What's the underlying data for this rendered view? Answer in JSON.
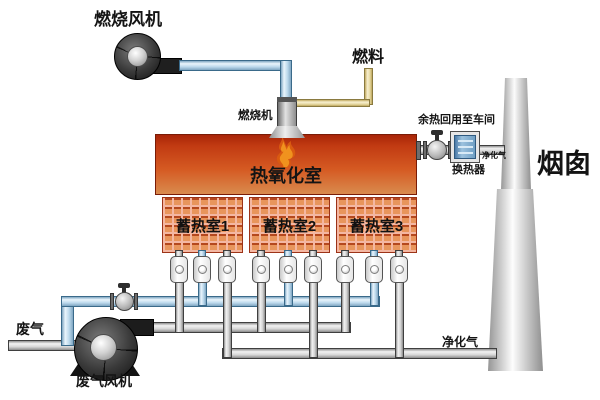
{
  "diagram": {
    "type": "rto-process-flow",
    "equipment": {
      "combustion_fan": "燃烧风机",
      "fuel_line": "燃料",
      "burner": "燃烧机",
      "oxidation_chamber": "热氧化室",
      "regenerators": [
        "蓄热室1",
        "蓄热室2",
        "蓄热室3"
      ],
      "heat_recovery_valve": "余热回用至车间",
      "heat_exchanger": "换热器",
      "chimney": "烟囱",
      "waste_gas_fan": "废气风机"
    },
    "streams": {
      "waste_gas_in": "废气",
      "purified_gas_out": "净化气",
      "purified_gas_to_exchanger": "净化气"
    }
  },
  "colors": {
    "pipe_blue": "#bcd9ec",
    "pipe_gray": "#d6d6d6",
    "fuel_yellow": "#e6d9a2",
    "chamber_gradient_top": "#b92c10",
    "chamber_gradient_bottom": "#d98b4e",
    "regenerator_pink": "#f4b7a2",
    "regenerator_brick": "#e8955c",
    "flame_orange": "#e8761c",
    "fan_black": "#1c1c1c",
    "chimney_gray": "#d9d9d9"
  }
}
